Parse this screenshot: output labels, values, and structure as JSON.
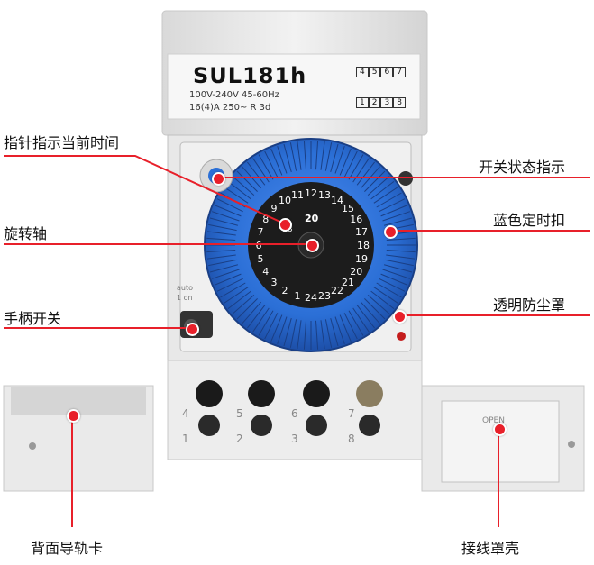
{
  "product": {
    "model": "SUL181h",
    "spec_line1": "100V-240V  45-60Hz",
    "spec_line2": "16(4)A    250~   R 3d",
    "terminals_top": [
      "4",
      "5",
      "6",
      "7"
    ],
    "terminals_bottom": [
      "1",
      "2",
      "3",
      "8"
    ],
    "dial_center": "20",
    "dial_center_small": "18",
    "dial_numbers": [
      "1",
      "2",
      "3",
      "4",
      "5",
      "6",
      "7",
      "8",
      "9",
      "10",
      "11",
      "12",
      "13",
      "14",
      "15",
      "16",
      "17",
      "18",
      "19",
      "20",
      "21",
      "22",
      "23",
      "24"
    ],
    "lower_terminal_numbers_top": [
      "4",
      "5",
      "6",
      "7"
    ],
    "lower_terminal_numbers_bottom": [
      "1",
      "2",
      "3",
      "8"
    ],
    "side_text_left": "auto",
    "side_text_left2": "1 on",
    "cover_text": "OPEN"
  },
  "callouts": {
    "current_time_pointer": "指针指示当前时间",
    "rotation_shaft": "旋转轴",
    "handle_switch": "手柄开关",
    "switch_status_indicator": "开关状态指示",
    "blue_timer_buckle": "蓝色定时扣",
    "transparent_dust_cover": "透明防尘罩",
    "back_rail_clip": "背面导轨卡",
    "wiring_cover": "接线罩壳"
  },
  "colors": {
    "accent": "#e8202a",
    "dial_blue": "#2b6fd6",
    "housing": "#ececec"
  }
}
